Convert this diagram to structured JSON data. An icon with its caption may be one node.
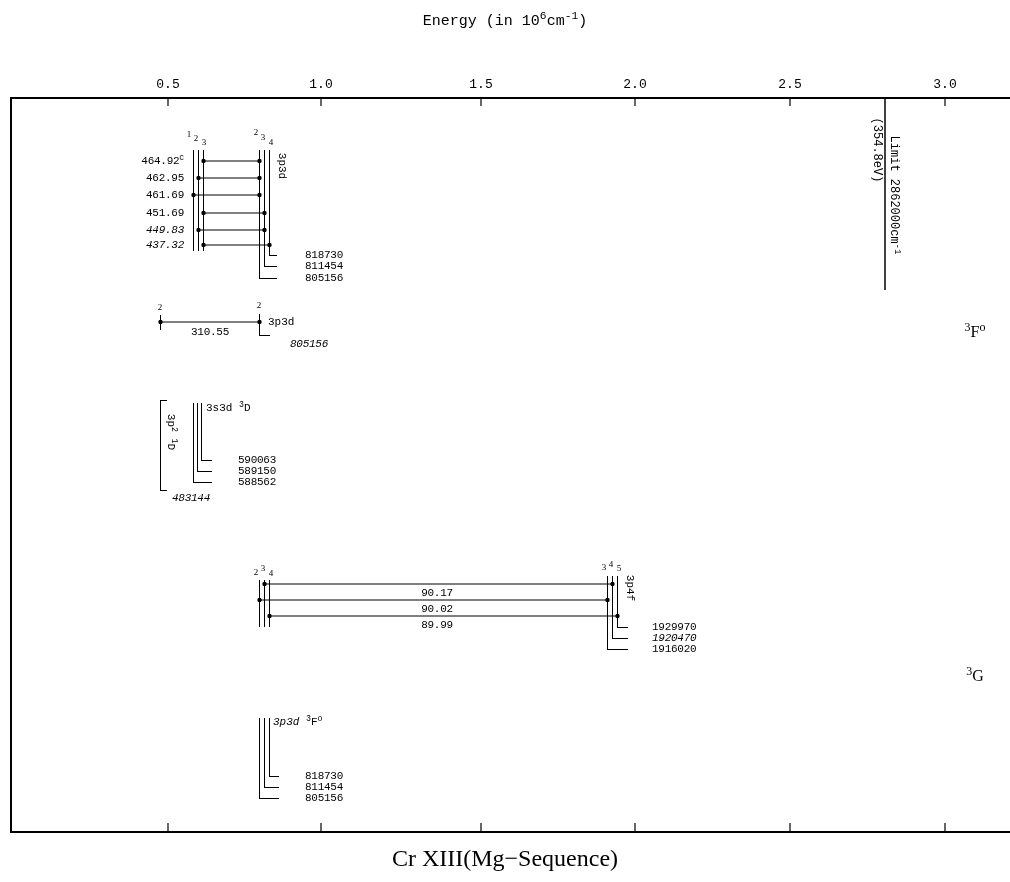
{
  "diagram": {
    "title": "Energy (in 10$^{6}$cm$^{-1}$)",
    "caption": "Cr XIII(Mg−Sequence)",
    "nodes": [
      {
        "text": [],
        "shape": "bar",
        "beside": [
          "1"
        ]
      },
      {
        "text": [],
        "shape": "bar",
        "beside": [
          "2"
        ]
      },
      {
        "text": [],
        "shape": "bar",
        "beside": [
          "3"
        ]
      },
      {
        "text": [],
        "shape": "bar",
        "beside": [
          "2"
        ]
      },
      {
        "text": [],
        "shape": "bar",
        "beside": [
          "3"
        ]
      },
      {
        "text": [],
        "shape": "bar",
        "beside": [
          "4"
        ]
      },
      {
        "text": [],
        "shape": "bar",
        "beside": [
          "2"
        ]
      },
      {
        "text": [],
        "shape": "bar",
        "beside": [
          "2"
        ]
      },
      {
        "text": [],
        "shape": "bar",
        "beside": [
          "3p$^{2}$ $^{1}$D",
          "*483144*"
        ]
      },
      {
        "text": [],
        "shape": "bar"
      },
      {
        "text": [],
        "shape": "bar"
      },
      {
        "text": [],
        "shape": "bar"
      },
      {
        "text": [],
        "shape": "bar",
        "beside": [
          "2"
        ]
      },
      {
        "text": [],
        "shape": "bar",
        "beside": [
          "3"
        ]
      },
      {
        "text": [],
        "shape": "bar",
        "beside": [
          "4"
        ]
      },
      {
        "text": [],
        "shape": "bar",
        "beside": [
          "3"
        ]
      },
      {
        "text": [],
        "shape": "bar",
        "beside": [
          "4"
        ]
      },
      {
        "text": [],
        "shape": "bar",
        "beside": [
          "5"
        ]
      },
      {
        "text": [],
        "shape": "bar"
      },
      {
        "text": [],
        "shape": "bar"
      },
      {
        "text": [],
        "shape": "bar"
      }
    ],
    "edges": [
      {
        "from": 2,
        "to": 3,
        "arrow": "other",
        "label": "464.92$^{c}$"
      },
      {
        "from": 1,
        "to": 3,
        "arrow": "other",
        "label": "462.95"
      },
      {
        "from": 0,
        "to": 3,
        "arrow": "other",
        "label": "461.69"
      },
      {
        "from": 2,
        "to": 4,
        "arrow": "other",
        "label": "451.69"
      },
      {
        "from": 1,
        "to": 4,
        "arrow": "other",
        "label": "*449.83*"
      },
      {
        "from": 2,
        "to": 5,
        "arrow": "other",
        "label": "*437.32*"
      },
      {
        "from": 6,
        "to": 7,
        "arrow": "other",
        "label": "310.55"
      },
      {
        "from": 13,
        "to": 16,
        "arrow": "other",
        "label": "90.17"
      },
      {
        "from": 12,
        "to": 15,
        "arrow": "other",
        "label": "90.02"
      },
      {
        "from": 14,
        "to": 17,
        "arrow": "other",
        "label": "89.99"
      }
    ],
    "labels": [
      "0.5",
      "1.0",
      "1.5",
      "2.0",
      "2.5",
      "3.0",
      "3p3d",
      "Limit  2862000cm$^{-1}$",
      "(354.8eV)",
      "$^{3}$F$^{o}$",
      "3p3d",
      "3s3d  $^{3}$D",
      "3p4f",
      "$^{3}$G",
      "*3p3d*  $^{3}$F$^{o}$",
      "818730",
      "811454",
      "805156",
      "*805156*",
      "590063",
      "589150",
      "588562",
      "1929970",
      "*1920470*",
      "1916020",
      "818730",
      "811454",
      "805156"
    ]
  }
}
